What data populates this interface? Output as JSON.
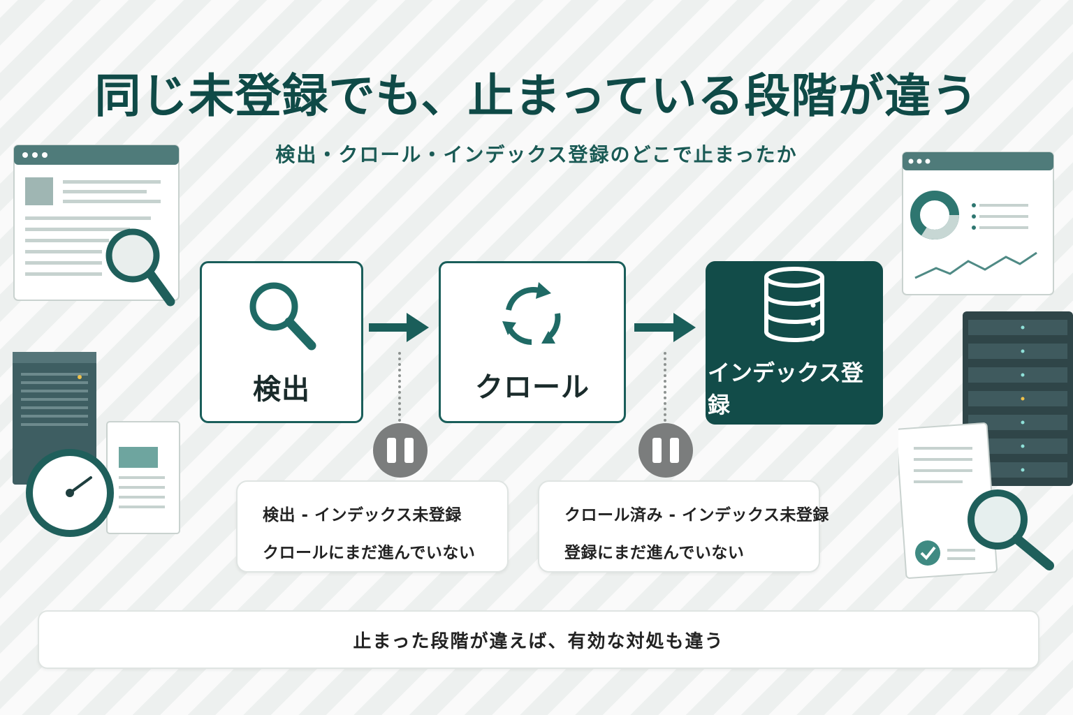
{
  "title": "同じ未登録でも、止まっている段階が違う",
  "subtitle": "検出・クロール・インデックス登録のどこで止まったか",
  "stages": [
    {
      "label": "検出",
      "icon": "magnifier-icon"
    },
    {
      "label": "クロール",
      "icon": "cycle-arrows-icon"
    },
    {
      "label": "インデックス登録",
      "icon": "database-icon"
    }
  ],
  "notes": [
    {
      "line1": "検出 - インデックス未登録",
      "line2": "クロールにまだ進んでいない"
    },
    {
      "line1": "クロール済み - インデックス未登録",
      "line2": "登録にまだ進んでいない"
    }
  ],
  "conclusion": "止まった段階が違えば、有効な対処も違う",
  "colors": {
    "primary": "#124c49",
    "accent": "#1a6e68",
    "pause": "#7b7d7d",
    "background": "#f3f5f4"
  }
}
